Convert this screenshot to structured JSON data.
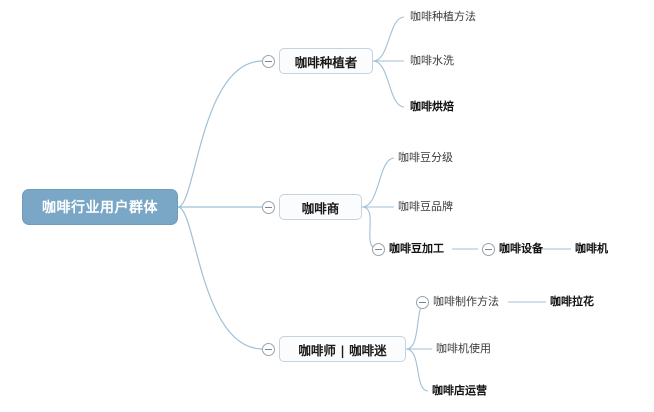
{
  "diagram": {
    "type": "mind-map",
    "title": "咖啡行业用户群体",
    "background_color": "#ffffff",
    "root_fill_color": "#7ba7c7",
    "root_text_color": "#ffffff",
    "branch_border_color": "#c3d3e0",
    "connector_color": "#9fc0d6",
    "root": {
      "label": "咖啡行业用户群体",
      "toggle": "collapse-minus",
      "children": [
        {
          "label": "咖啡种植者",
          "toggle": "collapse-minus",
          "children": [
            {
              "label": "咖啡种植方法",
              "emphasis": "normal",
              "children": []
            },
            {
              "label": "咖啡水洗",
              "emphasis": "normal",
              "children": []
            },
            {
              "label": "咖啡烘焙",
              "emphasis": "strong",
              "children": []
            }
          ]
        },
        {
          "label": "咖啡商",
          "toggle": "collapse-minus",
          "children": [
            {
              "label": "咖啡豆分级",
              "emphasis": "normal",
              "children": []
            },
            {
              "label": "咖啡豆品牌",
              "emphasis": "normal",
              "children": []
            },
            {
              "label": "咖啡豆加工",
              "emphasis": "strong",
              "toggle": "collapse-minus",
              "children": [
                {
                  "label": "咖啡设备",
                  "emphasis": "strong",
                  "toggle": "collapse-minus",
                  "children": [
                    {
                      "label": "咖啡机",
                      "emphasis": "strong",
                      "children": []
                    }
                  ]
                }
              ]
            }
          ]
        },
        {
          "label": "咖啡师 | 咖啡迷",
          "toggle": "collapse-minus",
          "children": [
            {
              "label": "咖啡制作方法",
              "emphasis": "normal",
              "toggle": "collapse-minus",
              "children": [
                {
                  "label": "咖啡拉花",
                  "emphasis": "strong",
                  "children": []
                }
              ]
            },
            {
              "label": "咖啡机使用",
              "emphasis": "normal",
              "children": []
            },
            {
              "label": "咖啡店运营",
              "emphasis": "strong",
              "children": []
            }
          ]
        }
      ]
    }
  },
  "nodes": {
    "root": "咖啡行业用户群体",
    "b1": "咖啡种植者",
    "b1c1": "咖啡种植方法",
    "b1c2": "咖啡水洗",
    "b1c3": "咖啡烘焙",
    "b2": "咖啡商",
    "b2c1": "咖啡豆分级",
    "b2c2": "咖啡豆品牌",
    "b2c3": "咖啡豆加工",
    "b2c3a": "咖啡设备",
    "b2c3a1": "咖啡机",
    "b3": "咖啡师 | 咖啡迷",
    "b3c1": "咖啡制作方法",
    "b3c1a": "咖啡拉花",
    "b3c2": "咖啡机使用",
    "b3c3": "咖啡店运营"
  }
}
